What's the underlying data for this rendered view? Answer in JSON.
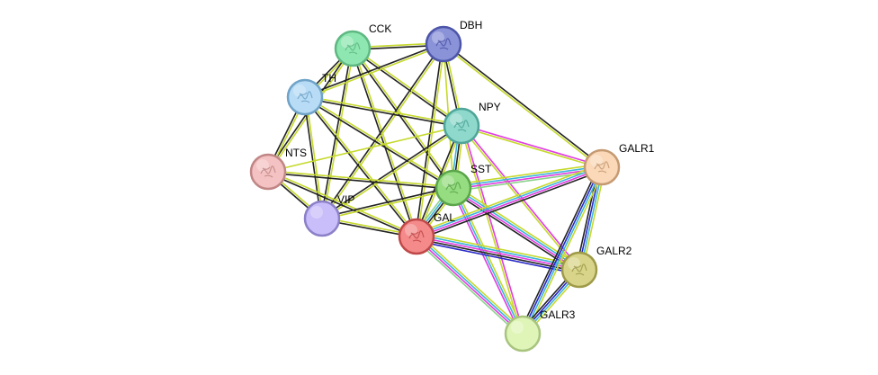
{
  "network": {
    "nodes": [
      {
        "id": "CCK",
        "label": "CCK",
        "color": "#8ee6b0",
        "stroke": "#5fb882",
        "has_structure": true,
        "icon": "protein-structure-icon"
      },
      {
        "id": "DBH",
        "label": "DBH",
        "color": "#8a92d8",
        "stroke": "#4c55a8",
        "has_structure": true,
        "icon": "protein-structure-icon"
      },
      {
        "id": "TH",
        "label": "TH",
        "color": "#b8dcf6",
        "stroke": "#6fa3c8",
        "has_structure": true,
        "icon": "protein-structure-icon"
      },
      {
        "id": "NPY",
        "label": "NPY",
        "color": "#8fd8cc",
        "stroke": "#4ea598",
        "has_structure": true,
        "icon": "protein-structure-icon"
      },
      {
        "id": "NTS",
        "label": "NTS",
        "color": "#f4c2c2",
        "stroke": "#c08686",
        "has_structure": true,
        "icon": "protein-structure-icon"
      },
      {
        "id": "GALR1",
        "label": "GALR1",
        "color": "#fad8b8",
        "stroke": "#c59a72",
        "has_structure": true,
        "icon": "protein-structure-icon"
      },
      {
        "id": "SST",
        "label": "SST",
        "color": "#96dc80",
        "stroke": "#5aa54a",
        "has_structure": true,
        "icon": "protein-structure-icon"
      },
      {
        "id": "VIP",
        "label": "VIP",
        "color": "#c9befa",
        "stroke": "#8c80c8",
        "has_structure": false,
        "icon": ""
      },
      {
        "id": "GAL",
        "label": "GAL",
        "color": "#f48a8a",
        "stroke": "#c04848",
        "has_structure": true,
        "icon": "protein-structure-icon"
      },
      {
        "id": "GALR2",
        "label": "GALR2",
        "color": "#d8d48a",
        "stroke": "#9e9a48",
        "has_structure": true,
        "icon": "protein-structure-icon"
      },
      {
        "id": "GALR3",
        "label": "GALR3",
        "color": "#dff5b8",
        "stroke": "#a8c47e",
        "has_structure": false,
        "icon": ""
      }
    ],
    "edge_colors": {
      "textmining": "#c6d92c",
      "coexpression": "#222222",
      "experiments": "#e03ce0",
      "databases": "#3cb4dc",
      "cooccurrence": "#2828c8",
      "neighborhood": "#8cd28c"
    },
    "edges": [
      {
        "a": "CCK",
        "b": "DBH",
        "types": [
          "textmining",
          "coexpression"
        ]
      },
      {
        "a": "CCK",
        "b": "TH",
        "types": [
          "textmining",
          "coexpression"
        ]
      },
      {
        "a": "CCK",
        "b": "NPY",
        "types": [
          "textmining",
          "coexpression"
        ]
      },
      {
        "a": "CCK",
        "b": "NTS",
        "types": [
          "textmining",
          "coexpression"
        ]
      },
      {
        "a": "CCK",
        "b": "SST",
        "types": [
          "textmining",
          "coexpression"
        ]
      },
      {
        "a": "CCK",
        "b": "VIP",
        "types": [
          "textmining",
          "coexpression"
        ]
      },
      {
        "a": "CCK",
        "b": "GAL",
        "types": [
          "textmining",
          "coexpression"
        ]
      },
      {
        "a": "DBH",
        "b": "TH",
        "types": [
          "textmining",
          "coexpression"
        ]
      },
      {
        "a": "DBH",
        "b": "NPY",
        "types": [
          "textmining",
          "coexpression"
        ]
      },
      {
        "a": "DBH",
        "b": "SST",
        "types": [
          "textmining"
        ]
      },
      {
        "a": "DBH",
        "b": "VIP",
        "types": [
          "textmining",
          "coexpression"
        ]
      },
      {
        "a": "DBH",
        "b": "GAL",
        "types": [
          "textmining",
          "coexpression"
        ]
      },
      {
        "a": "DBH",
        "b": "GALR1",
        "types": [
          "coexpression",
          "textmining"
        ]
      },
      {
        "a": "TH",
        "b": "NPY",
        "types": [
          "textmining",
          "coexpression"
        ]
      },
      {
        "a": "TH",
        "b": "NTS",
        "types": [
          "textmining",
          "coexpression"
        ]
      },
      {
        "a": "TH",
        "b": "SST",
        "types": [
          "textmining",
          "coexpression"
        ]
      },
      {
        "a": "TH",
        "b": "VIP",
        "types": [
          "textmining",
          "coexpression"
        ]
      },
      {
        "a": "TH",
        "b": "GAL",
        "types": [
          "textmining",
          "coexpression"
        ]
      },
      {
        "a": "NPY",
        "b": "NTS",
        "types": [
          "textmining"
        ]
      },
      {
        "a": "NPY",
        "b": "SST",
        "types": [
          "textmining",
          "coexpression",
          "databases"
        ]
      },
      {
        "a": "NPY",
        "b": "VIP",
        "types": [
          "textmining",
          "coexpression"
        ]
      },
      {
        "a": "NPY",
        "b": "GAL",
        "types": [
          "textmining",
          "coexpression"
        ]
      },
      {
        "a": "NPY",
        "b": "GALR1",
        "types": [
          "experiments",
          "textmining"
        ]
      },
      {
        "a": "NPY",
        "b": "GALR2",
        "types": [
          "experiments",
          "textmining"
        ]
      },
      {
        "a": "NPY",
        "b": "GALR3",
        "types": [
          "experiments",
          "textmining"
        ]
      },
      {
        "a": "NTS",
        "b": "SST",
        "types": [
          "textmining",
          "coexpression"
        ]
      },
      {
        "a": "NTS",
        "b": "VIP",
        "types": [
          "textmining",
          "coexpression"
        ]
      },
      {
        "a": "NTS",
        "b": "GAL",
        "types": [
          "textmining",
          "coexpression"
        ]
      },
      {
        "a": "SST",
        "b": "VIP",
        "types": [
          "textmining",
          "coexpression"
        ]
      },
      {
        "a": "SST",
        "b": "GAL",
        "types": [
          "textmining",
          "coexpression",
          "databases",
          "neighborhood"
        ]
      },
      {
        "a": "SST",
        "b": "GALR1",
        "types": [
          "textmining",
          "databases",
          "experiments",
          "neighborhood"
        ]
      },
      {
        "a": "SST",
        "b": "GALR2",
        "types": [
          "textmining",
          "databases",
          "experiments",
          "coexpression"
        ]
      },
      {
        "a": "SST",
        "b": "GALR3",
        "types": [
          "textmining",
          "databases",
          "experiments"
        ]
      },
      {
        "a": "VIP",
        "b": "GAL",
        "types": [
          "textmining",
          "coexpression"
        ]
      },
      {
        "a": "GAL",
        "b": "GALR1",
        "types": [
          "textmining",
          "databases",
          "experiments",
          "coexpression"
        ]
      },
      {
        "a": "GAL",
        "b": "GALR2",
        "types": [
          "textmining",
          "databases",
          "experiments",
          "coexpression",
          "cooccurrence"
        ]
      },
      {
        "a": "GAL",
        "b": "GALR3",
        "types": [
          "textmining",
          "databases",
          "experiments",
          "neighborhood"
        ]
      },
      {
        "a": "GALR1",
        "b": "GALR2",
        "types": [
          "textmining",
          "databases",
          "cooccurrence",
          "coexpression"
        ]
      },
      {
        "a": "GALR1",
        "b": "GALR3",
        "types": [
          "textmining",
          "databases",
          "cooccurrence",
          "coexpression"
        ]
      },
      {
        "a": "GALR2",
        "b": "GALR3",
        "types": [
          "textmining",
          "databases",
          "cooccurrence",
          "coexpression"
        ]
      }
    ]
  }
}
